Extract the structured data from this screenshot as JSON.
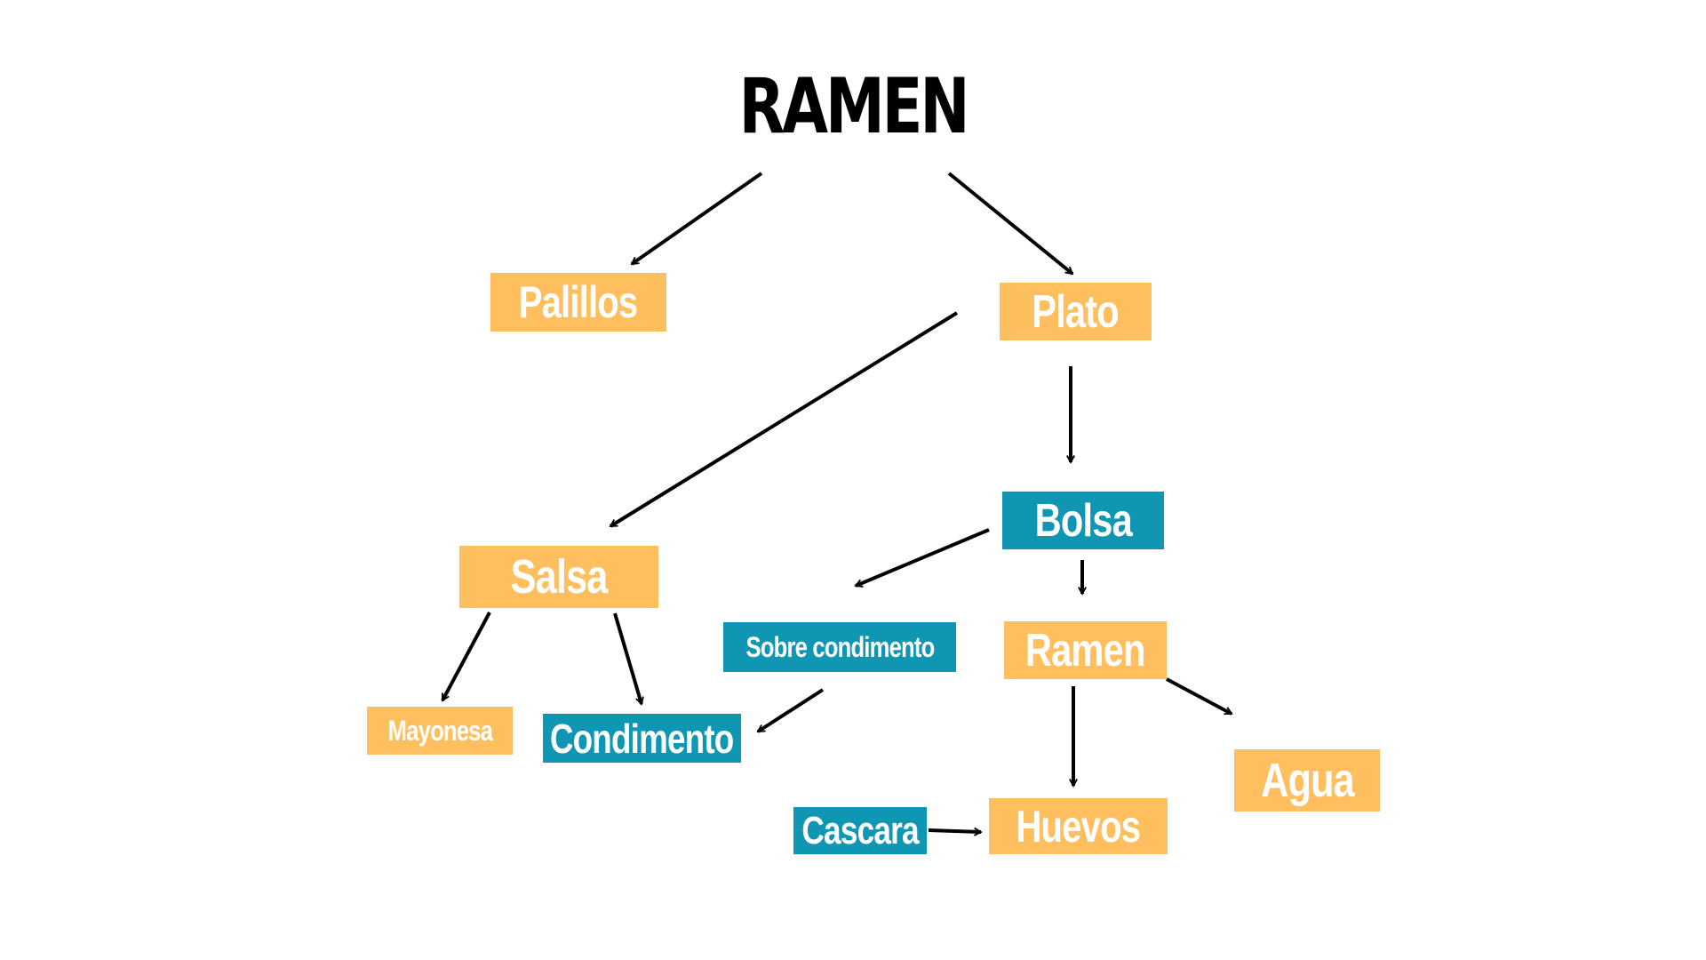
{
  "colors": {
    "orange": "#ffbf5f",
    "teal": "#0f96b3",
    "arrow": "#000000",
    "text": "#ffffff",
    "background": "#ffffff"
  },
  "diagram": {
    "title": "RAMEN",
    "nodes": {
      "palillos": "Palillos",
      "plato": "Plato",
      "bolsa": "Bolsa",
      "salsa": "Salsa",
      "sobre_condimento": "Sobre condimento",
      "ramen": "Ramen",
      "mayonesa": "Mayonesa",
      "condimento": "Condimento",
      "agua": "Agua",
      "cascara": "Cascara",
      "huevos": "Huevos"
    },
    "edges": [
      {
        "from": "title",
        "to": "palillos"
      },
      {
        "from": "title",
        "to": "plato"
      },
      {
        "from": "plato",
        "to": "salsa"
      },
      {
        "from": "plato",
        "to": "bolsa"
      },
      {
        "from": "bolsa",
        "to": "sobre_condimento"
      },
      {
        "from": "bolsa",
        "to": "ramen"
      },
      {
        "from": "salsa",
        "to": "mayonesa"
      },
      {
        "from": "salsa",
        "to": "condimento"
      },
      {
        "from": "sobre_condimento",
        "to": "condimento"
      },
      {
        "from": "ramen",
        "to": "huevos"
      },
      {
        "from": "ramen",
        "to": "agua"
      },
      {
        "from": "cascara",
        "to": "huevos"
      }
    ]
  }
}
